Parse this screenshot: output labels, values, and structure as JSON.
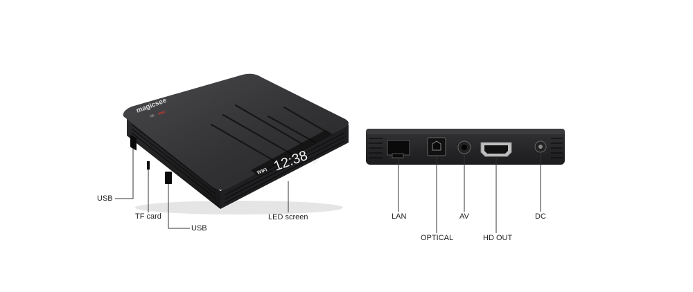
{
  "device": {
    "brand": "magicsee",
    "model": "N5",
    "model_badge": "max",
    "wifi_indicator": "WIFI",
    "display_time": "12:38"
  },
  "labels": {
    "usb_left": "USB",
    "tf_card": "TF card",
    "usb_bottom": "USB",
    "led_screen": "LED screen",
    "lan": "LAN",
    "optical": "OPTICAL",
    "av": "AV",
    "hd_out": "HD OUT",
    "dc": "DC"
  },
  "colors": {
    "body": "#2b2b2d",
    "top": "#3a3a3c",
    "leader": "#333333"
  }
}
